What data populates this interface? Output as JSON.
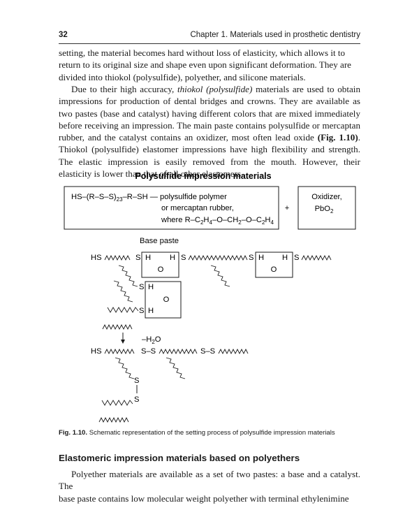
{
  "header": {
    "page_number": "32",
    "chapter_title": "Chapter 1. Materials used in prosthetic dentistry"
  },
  "paragraph1": {
    "lines": [
      "setting, the material becomes hard without loss of elasticity, which allows it to",
      "return to its original size and shape even upon significant deformation. They are",
      "divided into thiokol (polysulfide), polyether, and silicone materials."
    ]
  },
  "paragraph2": {
    "lines": [
      "Due to their high accuracy, ",
      "thiokol (polysulfide)",
      " materials are used to obtain impressions for production of dental bridges and crowns. They are available as two pastes (base and catalyst) having different colors that are mixed immediately before receiving an impression. The main paste contains polysulfide or mercaptan rubber, and the catalyst contains an oxidizer, most often lead oxide ",
      "(Fig. 1.10)",
      ". Thiokol (polysulfide) elastomer impressions have high flexibility and strength. The elastic impression is easily removed from the mouth. However, their elasticity is lower than that of all other elastomers."
    ]
  },
  "figure": {
    "title": "Polysulfide impression materials",
    "box_formula": "HS–(R–S–S)",
    "box_formula_sub": "23",
    "box_formula_end": "–R–SH",
    "box_line1_desc": " — polysulfide polymer",
    "box_line2": "or mercaptan rubber,",
    "box_line3_prefix": "where  R–C",
    "plus": "+",
    "oxidizer_line1": "Oxidizer,",
    "oxidizer_line2_main": "PbO",
    "oxidizer_line2_sub": "2",
    "base_paste_label": "Base paste",
    "hs": "HS",
    "s": "S",
    "h": "H",
    "o": "O",
    "minus_water": "–H",
    "minus_water_sub": "2",
    "minus_water_end": "O",
    "s_s": "S–S",
    "s_s_end": "S–S",
    "arrow": "↓"
  },
  "caption": {
    "label": "Fig. 1.10.",
    "text": " Schematic representation of the setting process of polysulfide impression materials"
  },
  "section": {
    "heading": "Elastomeric impression materials based on polyethers"
  },
  "paragraph3": {
    "lines": [
      "Polyether materials are available as a set of two pastes: a base and a catalyst. The",
      "base paste contains low molecular weight polyether with terminal ethylenimine"
    ]
  }
}
